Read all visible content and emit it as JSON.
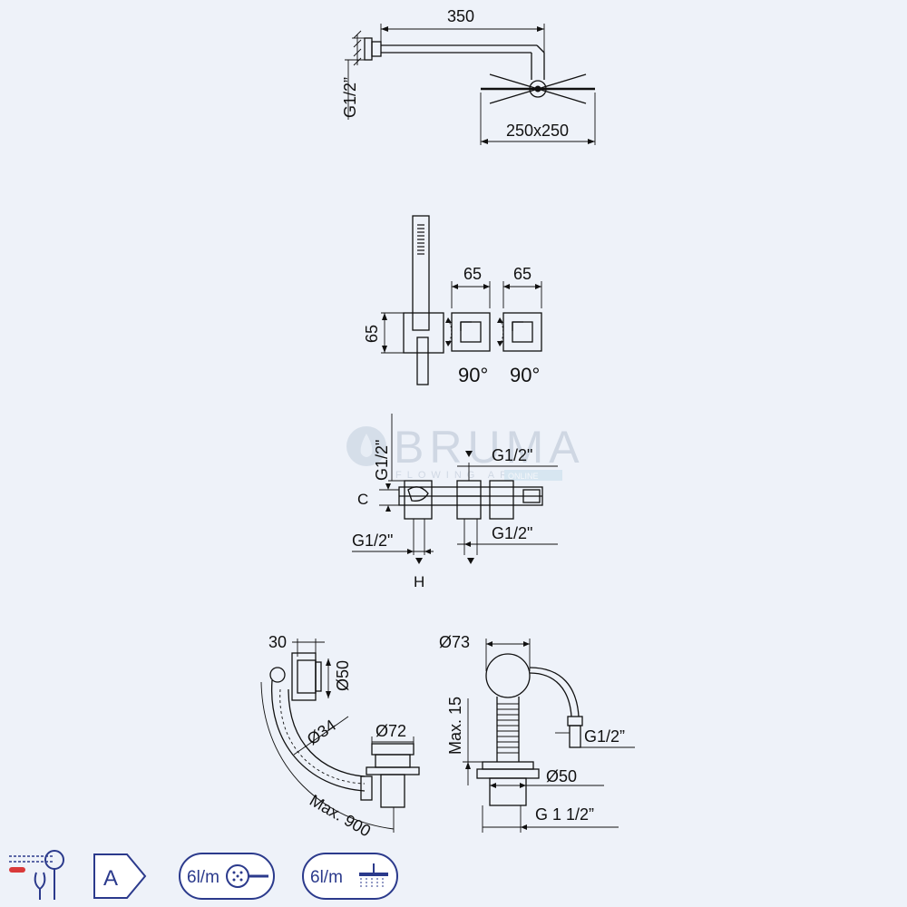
{
  "brand": {
    "name": "BRUMA",
    "tagline": "FLOWING ART",
    "tag_badge": "ONLINE"
  },
  "shower_head": {
    "arm_length": "350",
    "thread": "G1/2”",
    "head_size": "250x250"
  },
  "hand_shower_and_valves": {
    "valve_width_1": "65",
    "valve_width_2": "65",
    "plate_height": "65",
    "rotation_1": "90°",
    "rotation_2": "90°"
  },
  "embedded_body": {
    "inlet_vertical": "G1/2\"",
    "outlet_top": "G1/2\"",
    "c_label": "C",
    "outlet_bottom_left": "G1/2\"",
    "outlet_bottom_right": "G1/2\"",
    "h_label": "H"
  },
  "waste_overflow": {
    "plate_depth": "30",
    "plate_diameter": "Ø50",
    "hose_diameter": "Ø34",
    "drain_diameter": "Ø72",
    "max_length": "Max. 900"
  },
  "bath_filler": {
    "body_diameter": "Ø73",
    "max_height": "Max. 15",
    "hose_thread": "G1/2”",
    "base_diameter": "Ø50",
    "base_thread": "G 1 1/2”"
  },
  "badges": {
    "energy_class": "A",
    "flow_hand_shower": "6l/m",
    "flow_head_shower": "6l/m"
  }
}
